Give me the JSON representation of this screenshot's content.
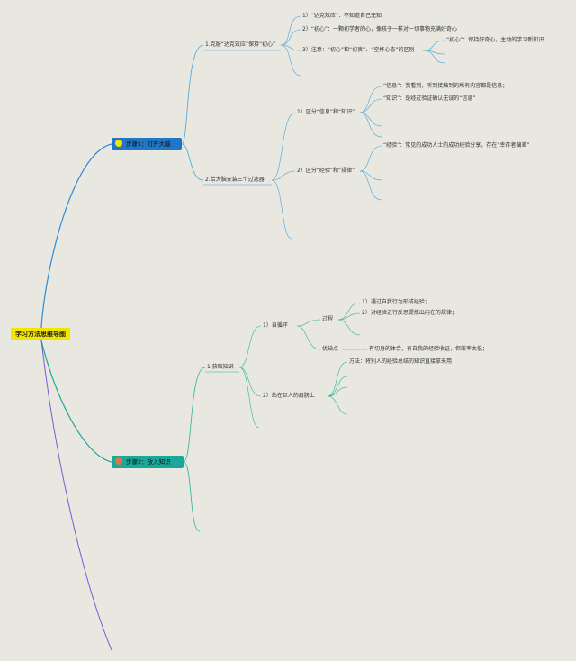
{
  "root": "学习方法思维导图",
  "steps": {
    "step1": {
      "label": "步骤1：打开大脑",
      "icon": "bulb-icon"
    },
    "step2": {
      "label": "步骤2：放入知识",
      "icon": "tool-icon"
    }
  },
  "n1": "1.克服“达克效应”保持“初心”",
  "n1_1": "1）“达克效应”：不知道自己无知",
  "n1_2": "2）“初心”：一颗初学者的心，像孩子一样对一切事物充满好奇心",
  "n1_3": "3）注意：“初心”和“初衷”、“空杯心态”的区别",
  "n1_3a": "“初心”：保持好奇心，主动的学习新知识",
  "n2": "2.给大脑安装三个过滤器",
  "n2_1": "1）区分“信息”和“知识”",
  "n2_1a": "“信息”：我看到，听到接触到的所有内容都是信息；",
  "n2_1b": "“知识”：是经过验证确认无误的“信息”",
  "n2_2": "2）区分“经验”和“规律”",
  "n2_2a": "“经验”：常见的成功人士的成功经验分享，存在“幸存者偏差”",
  "k1": "1.获取知识",
  "k1_1": "1）自循环",
  "k1_1a": "过程",
  "k1_1a1": "1）通过自我行为形成经验；",
  "k1_1a2": "2）对经验进行反思提炼出内在的规律；",
  "k1_1b": "优缺点",
  "k1_1b1": "有切身的体会，有自我的经验收证，但效率太低；",
  "k1_2": "2）站在巨人的肩膀上",
  "k1_2a": "方法：将别人的经验总结的知识直接拿来用",
  "colors": {
    "root": "#f2e600",
    "step1": "#1f77c6",
    "step2": "#1aa89a",
    "line": "#4aa3d8",
    "line2": "#2bb39a",
    "line3": "#7a5bd6"
  }
}
